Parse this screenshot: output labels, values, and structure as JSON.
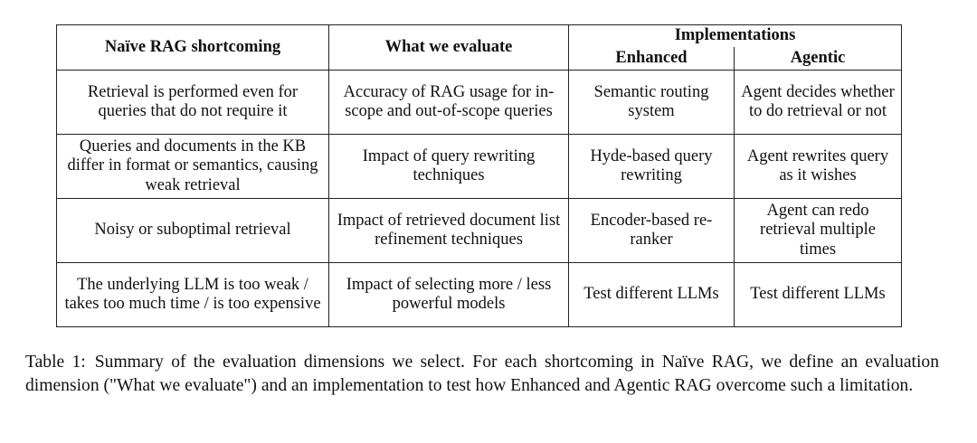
{
  "table": {
    "headers": {
      "shortcoming": "Naïve RAG shortcoming",
      "evaluate": "What we evaluate",
      "implementations": "Implementations",
      "enhanced": "Enhanced",
      "agentic": "Agentic"
    },
    "rows": [
      {
        "shortcoming": "Retrieval is performed even for queries that do not require it",
        "evaluate": "Accuracy of RAG usage for in-scope and out-of-scope queries",
        "enhanced": "Semantic routing system",
        "agentic": "Agent decides whether to do retrieval or not"
      },
      {
        "shortcoming": "Queries and documents in the KB differ in format or semantics, causing weak retrieval",
        "evaluate": "Impact of query rewriting techniques",
        "enhanced": "Hyde-based query rewriting",
        "agentic": "Agent rewrites query as it wishes"
      },
      {
        "shortcoming": "Noisy or suboptimal retrieval",
        "evaluate": "Impact of retrieved document list refinement techniques",
        "enhanced": "Encoder-based re-ranker",
        "agentic": "Agent can redo retrieval multiple times"
      },
      {
        "shortcoming": "The underlying LLM is too weak / takes too much time / is too expensive",
        "evaluate": "Impact of selecting more / less powerful models",
        "enhanced": "Test different LLMs",
        "agentic": "Test different LLMs"
      }
    ]
  },
  "caption": {
    "label": "Table 1:",
    "text": "Summary of the evaluation dimensions we select. For each shortcoming in Naïve RAG, we define an evaluation dimension (\"What we evaluate\") and an implementation to test how Enhanced and Agentic RAG overcome such a limitation."
  }
}
